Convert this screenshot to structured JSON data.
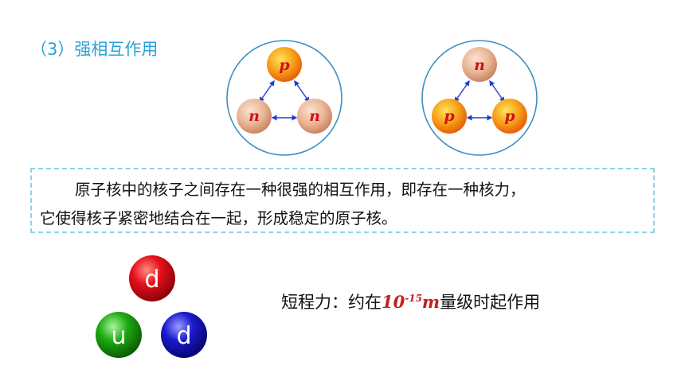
{
  "heading": "（3）强相互作用",
  "nucleus_left": {
    "top": "p",
    "bottom_left": "n",
    "bottom_right": "n"
  },
  "nucleus_right": {
    "top": "n",
    "bottom_left": "p",
    "bottom_right": "p"
  },
  "description": {
    "line1": "原子核中的核子之间存在一种很强的相互作用，即存在一种核力，",
    "line2": "它使得核子紧密地结合在一起，形成稳定的原子核。"
  },
  "quarks": {
    "top": "d",
    "bottom_left": "u",
    "bottom_right": "d"
  },
  "short_range": {
    "prefix": "短程力：约在",
    "base": "10",
    "exponent": "-15",
    "unit": "m",
    "suffix": "量级时起作用"
  },
  "colors": {
    "heading": "#2aa3d6",
    "proton": "#f39a1a",
    "neutron": "#e8b89c",
    "label": "#d4101c",
    "arrow": "#1f3fd6",
    "nucleus_ring": "#3a8fc4",
    "quark_red": "#e4101c",
    "quark_green": "#1eaa12",
    "quark_blue": "#1a1acc"
  }
}
